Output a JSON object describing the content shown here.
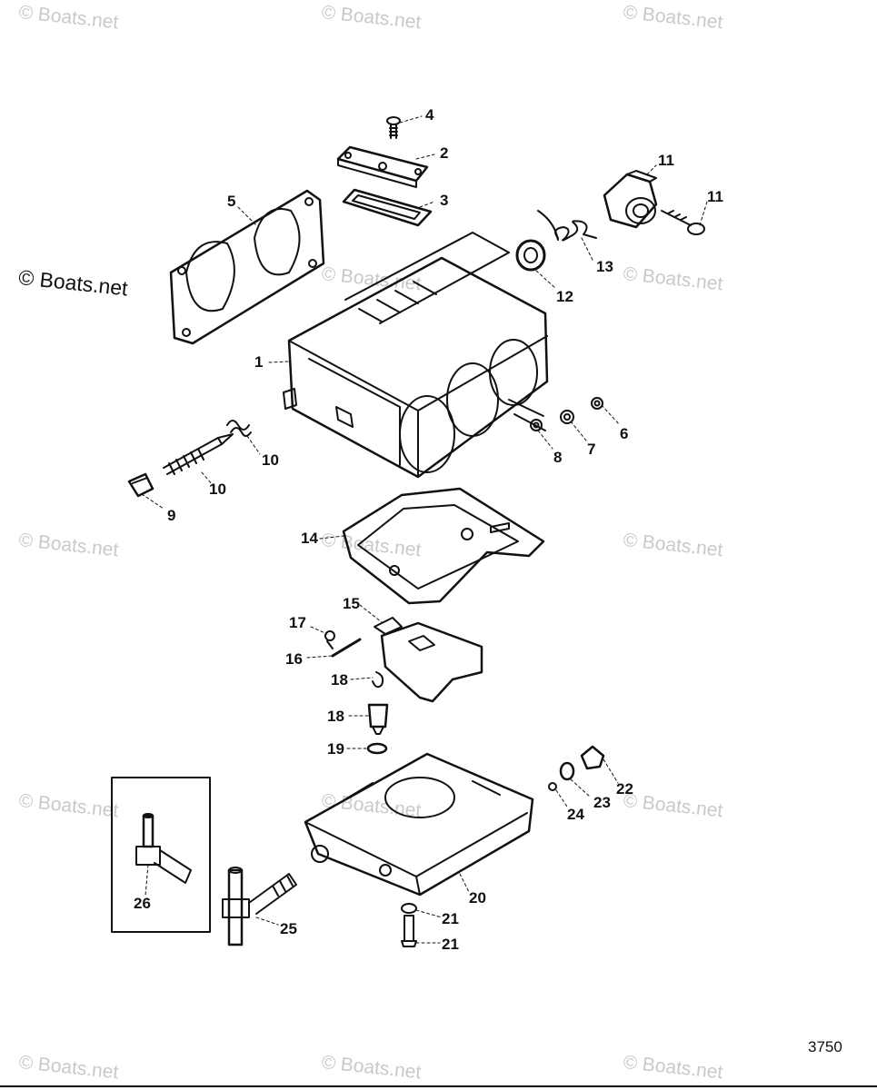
{
  "watermark_text": "© Boats.net",
  "brand_text": "© Boats.net",
  "figure_number": "3750",
  "callouts": [
    {
      "id": "c4",
      "label": "4"
    },
    {
      "id": "c2",
      "label": "2"
    },
    {
      "id": "c3",
      "label": "3"
    },
    {
      "id": "c5",
      "label": "5"
    },
    {
      "id": "c11a",
      "label": "11"
    },
    {
      "id": "c11b",
      "label": "11"
    },
    {
      "id": "c13",
      "label": "13"
    },
    {
      "id": "c12",
      "label": "12"
    },
    {
      "id": "c1",
      "label": "1"
    },
    {
      "id": "c6",
      "label": "6"
    },
    {
      "id": "c7",
      "label": "7"
    },
    {
      "id": "c8",
      "label": "8"
    },
    {
      "id": "c10a",
      "label": "10"
    },
    {
      "id": "c10b",
      "label": "10"
    },
    {
      "id": "c9",
      "label": "9"
    },
    {
      "id": "c14",
      "label": "14"
    },
    {
      "id": "c15",
      "label": "15"
    },
    {
      "id": "c17",
      "label": "17"
    },
    {
      "id": "c16",
      "label": "16"
    },
    {
      "id": "c18a",
      "label": "18"
    },
    {
      "id": "c18b",
      "label": "18"
    },
    {
      "id": "c19",
      "label": "19"
    },
    {
      "id": "c22",
      "label": "22"
    },
    {
      "id": "c23",
      "label": "23"
    },
    {
      "id": "c24",
      "label": "24"
    },
    {
      "id": "c20",
      "label": "20"
    },
    {
      "id": "c21a",
      "label": "21"
    },
    {
      "id": "c21b",
      "label": "21"
    },
    {
      "id": "c25",
      "label": "25"
    },
    {
      "id": "c26",
      "label": "26"
    }
  ]
}
